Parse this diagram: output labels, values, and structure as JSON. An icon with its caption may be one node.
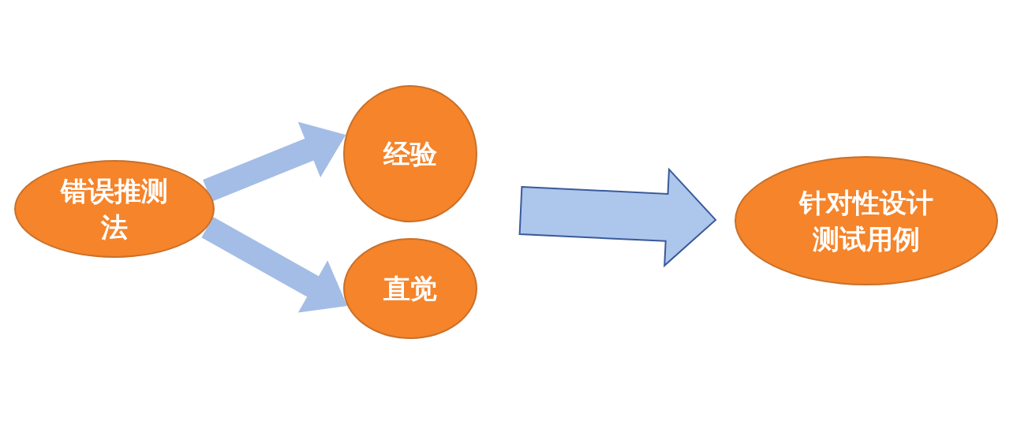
{
  "diagram": {
    "nodes": [
      {
        "text": [
          "错误推测法"
        ]
      },
      {
        "text": [
          "经验"
        ]
      },
      {
        "text": [
          "直觉"
        ]
      },
      {
        "text": [
          "针对性设计测试用例"
        ]
      }
    ],
    "edges": [
      {
        "from": 0,
        "to": 1,
        "arrow": "to"
      },
      {
        "from": 0,
        "to": 2,
        "arrow": "to"
      },
      {
        "from": null,
        "to": 3,
        "arrow": "to"
      }
    ]
  }
}
